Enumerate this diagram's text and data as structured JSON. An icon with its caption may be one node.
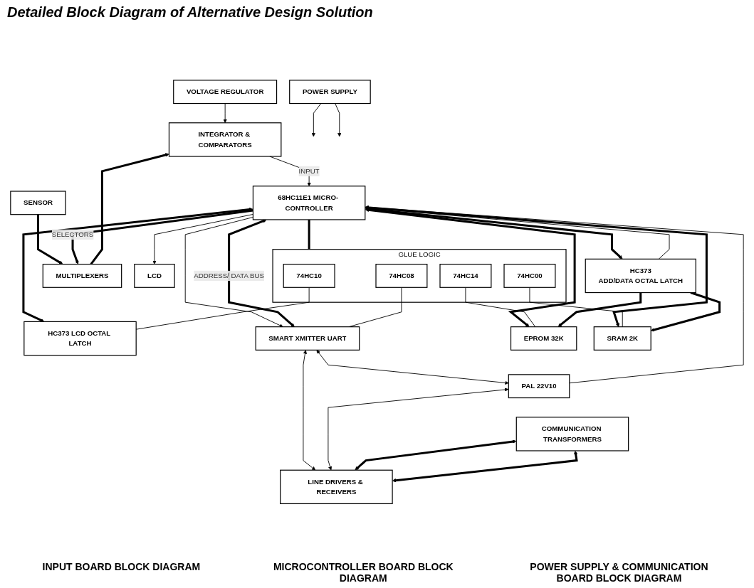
{
  "diagram": {
    "title": "Detailed Block Diagram of Alternative Design Solution",
    "nodes": [
      {
        "text": [
          "POWER SUPPLY"
        ]
      },
      {
        "text": [
          "INTEGRATOR & COMPARATORS"
        ]
      },
      {
        "text": [
          "MULTIPLEXERS"
        ]
      },
      {
        "text": [
          "SENSOR"
        ]
      },
      {
        "text": [
          "VOLTAGE REGULATOR"
        ]
      },
      {
        "text": [
          "68HC11E1 MICRO- CONTROLLER"
        ]
      },
      {
        "text": [
          "GLUE LOGIC"
        ]
      },
      {
        "text": [
          "74HC10"
        ],
        "in": 6
      },
      {
        "text": [
          "74HC00"
        ],
        "in": 6
      },
      {
        "text": [
          "74HC08"
        ],
        "in": 6
      },
      {
        "text": [
          "74HC14"
        ],
        "in": 6
      },
      {
        "text": [
          "HC373 LCD OCTAL LATCH"
        ]
      },
      {
        "text": [
          "LCD"
        ]
      },
      {
        "text": [
          "SMART XMITTER UART"
        ]
      },
      {
        "text": [
          "COMMUNICATION TRANSFORMERS"
        ]
      },
      {
        "text": [
          "HC373",
          "ADD/DATA OCTAL LATCH"
        ]
      },
      {
        "text": [
          "EPROM 32K"
        ]
      },
      {
        "text": [
          "SRAM 2K"
        ]
      },
      {
        "text": [
          "PAL 22V10"
        ]
      },
      {
        "text": [
          "LINE DRIVERS & RECEIVERS"
        ]
      }
    ],
    "edges": [
      {
        "from": 0,
        "to": null,
        "arrow": "to"
      },
      {
        "from": 0,
        "to": null,
        "arrow": "to"
      },
      {
        "from": 3,
        "to": 2,
        "arrow": "to",
        "style": "thick"
      },
      {
        "from": 2,
        "to": 1,
        "arrow": "to",
        "style": "thick"
      },
      {
        "from": 4,
        "to": 1,
        "arrow": "to"
      },
      {
        "from": 1,
        "to": 5,
        "arrow": "to",
        "label": "INPUT"
      },
      {
        "from": 5,
        "to": 2,
        "arrow": "to",
        "label": "SELECTORS",
        "style": "thick"
      },
      {
        "from": 5,
        "to": 12,
        "arrow": "to"
      },
      {
        "from": 5,
        "to": 13,
        "arrow": "to"
      },
      {
        "from": 5,
        "to": 6,
        "arrow": "none",
        "style": "thick"
      },
      {
        "from": 5,
        "to": 13,
        "arrow": "both",
        "label": "ADDRESS/ DATA BUS",
        "style": "thick"
      },
      {
        "from": 5,
        "to": 11,
        "arrow": "both",
        "style": "thick"
      },
      {
        "from": 5,
        "to": 15,
        "arrow": "both",
        "style": "thick"
      },
      {
        "from": 5,
        "to": 16,
        "arrow": "both",
        "style": "thick"
      },
      {
        "from": 5,
        "to": 17,
        "arrow": "both",
        "style": "thick"
      },
      {
        "from": 7,
        "to": 11,
        "arrow": "none"
      },
      {
        "from": 8,
        "to": 17,
        "arrow": "none"
      },
      {
        "from": 9,
        "to": 13,
        "arrow": "none"
      },
      {
        "from": 10,
        "to": 16,
        "arrow": "none"
      },
      {
        "from": 5,
        "to": 15,
        "arrow": "none"
      },
      {
        "from": 15,
        "to": 16,
        "arrow": "to",
        "style": "thick"
      },
      {
        "from": 15,
        "to": 17,
        "arrow": "to",
        "style": "thick"
      },
      {
        "from": 13,
        "to": 18,
        "arrow": "both"
      },
      {
        "from": 13,
        "to": 19,
        "arrow": "both"
      },
      {
        "from": 18,
        "to": 19,
        "arrow": "both"
      },
      {
        "from": 14,
        "to": 19,
        "arrow": "both",
        "style": "thick"
      },
      {
        "from": 14,
        "to": 19,
        "arrow": "both",
        "style": "thick"
      },
      {
        "from": 18,
        "to": 5,
        "arrow": "to"
      }
    ],
    "labels": [
      "INPUT BOARD BLOCK DIAGRAM",
      "MICROCONTROLLER BOARD BLOCK DIAGRAM",
      "POWER SUPPLY & COMMUNICATION BOARD BLOCK DIAGRAM"
    ]
  }
}
